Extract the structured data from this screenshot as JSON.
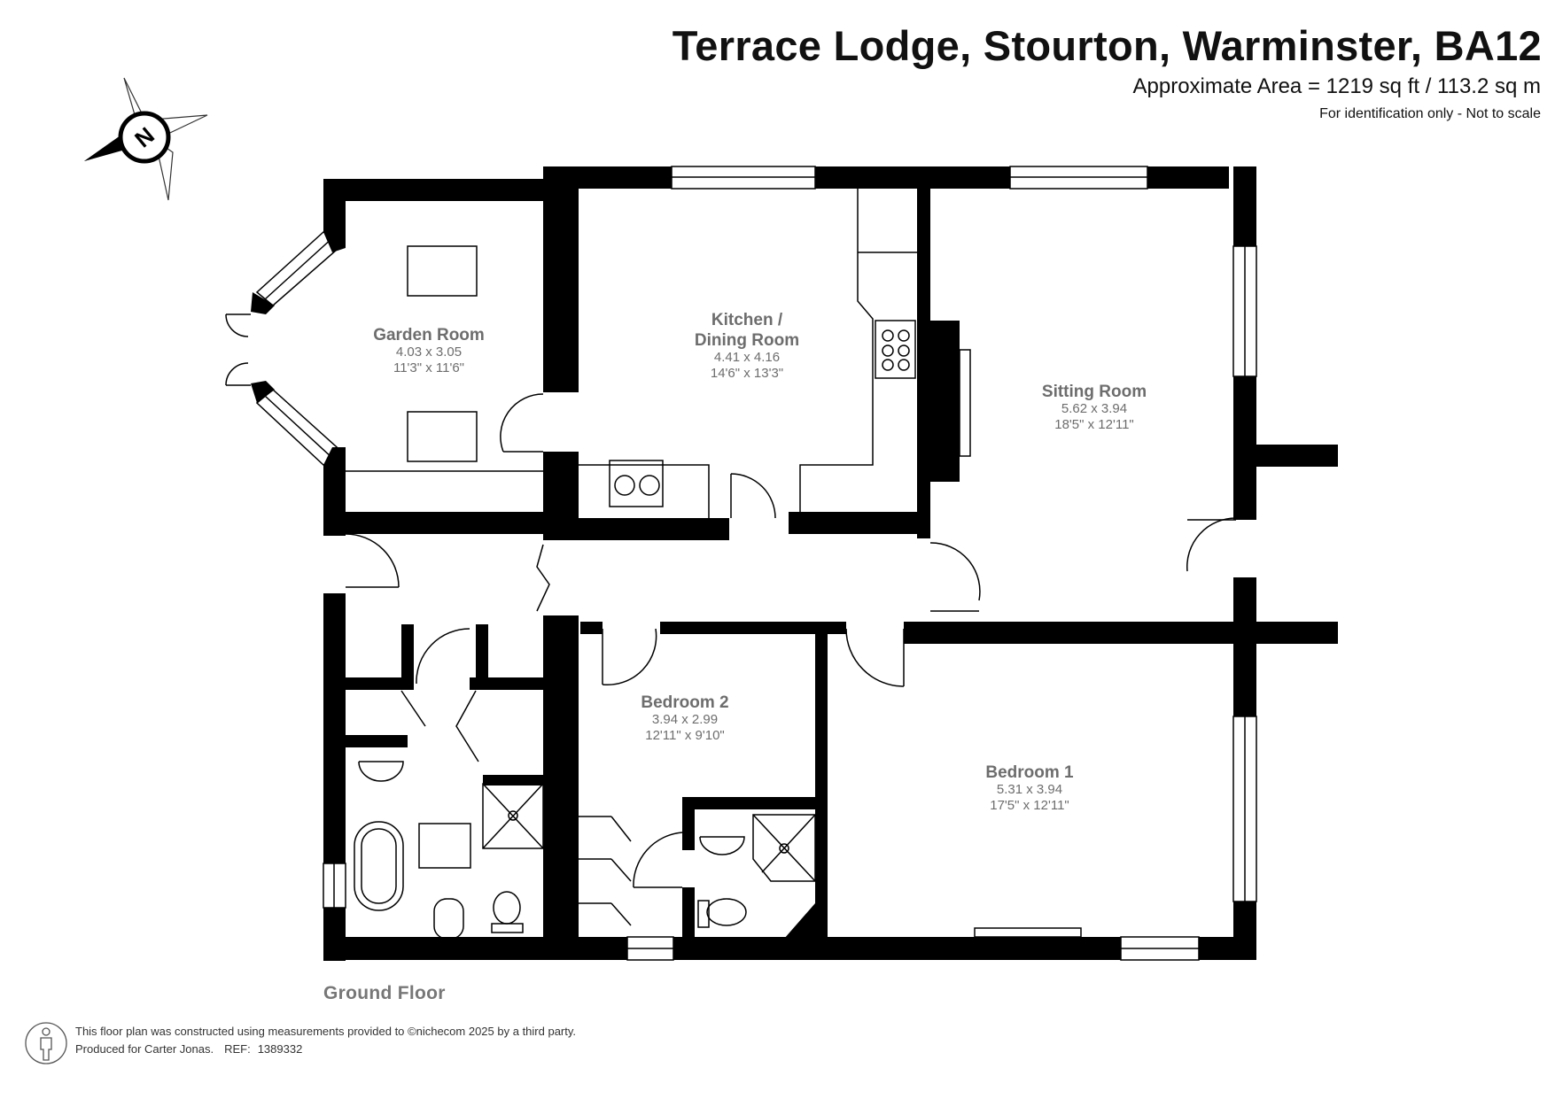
{
  "header": {
    "title": "Terrace Lodge, Stourton, Warminster, BA12",
    "area": "Approximate Area = 1219 sq ft / 113.2 sq m",
    "disclaimer": "For identification only - Not to scale"
  },
  "compass": {
    "letter": "N"
  },
  "rooms": {
    "garden_room": {
      "name": "Garden Room",
      "metric": "4.03 x 3.05",
      "imperial": "11'3\" x 11'6\""
    },
    "kitchen": {
      "name_line1": "Kitchen /",
      "name_line2": "Dining Room",
      "metric": "4.41 x 4.16",
      "imperial": "14'6\" x 13'3\""
    },
    "sitting_room": {
      "name": "Sitting Room",
      "metric": "5.62 x 3.94",
      "imperial": "18'5\" x 12'11\""
    },
    "bedroom2": {
      "name": "Bedroom 2",
      "metric": "3.94 x 2.99",
      "imperial": "12'11\" x 9'10\""
    },
    "bedroom1": {
      "name": "Bedroom 1",
      "metric": "5.31 x 3.94",
      "imperial": "17'5\" x 12'11\""
    }
  },
  "floor_label": "Ground Floor",
  "footer": {
    "line1": "This floor plan was constructed using measurements provided to ©nichecom 2025 by a third party.",
    "line2": "Produced for Carter Jonas.",
    "ref_label": "REF:",
    "ref_value": "1389332"
  },
  "colors": {
    "wall": "#000000",
    "label": "#6d6d6d",
    "background": "#ffffff"
  }
}
